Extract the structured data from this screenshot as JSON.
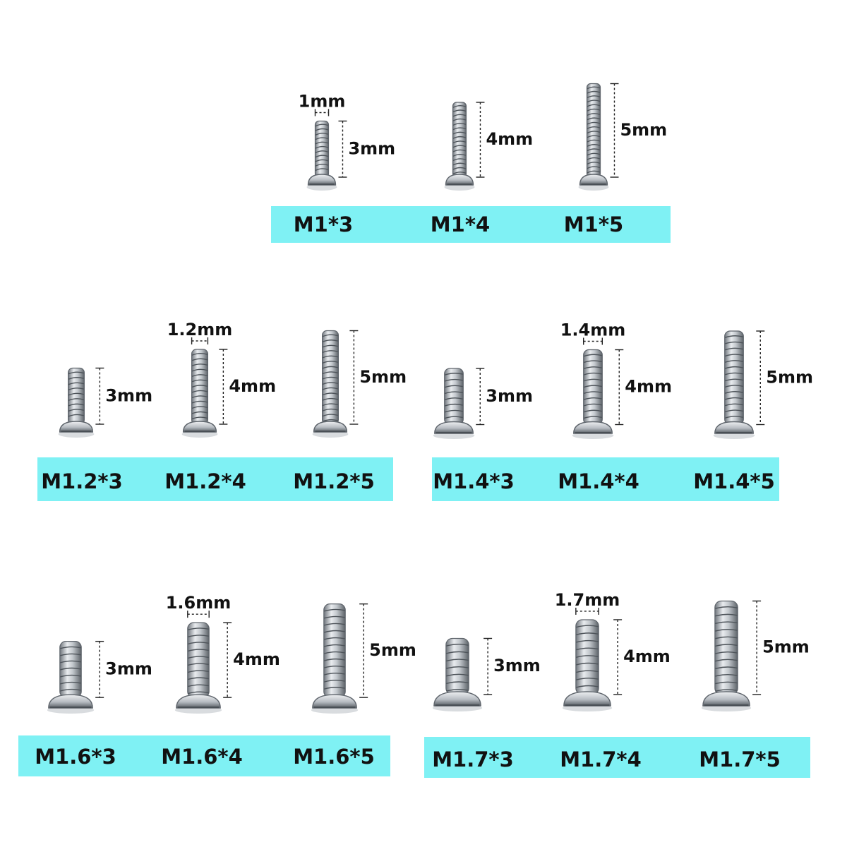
{
  "colors": {
    "label_band": "#7ff1f4",
    "screw_metal": "#c9cdd2",
    "screw_shadow": "#5f656c",
    "dimension_line": "#222222"
  },
  "groups": [
    {
      "id": "m1",
      "screws": [
        {
          "label": "M1*3",
          "diameter_mm": 1,
          "length_mm": 3,
          "length_text": "3mm",
          "width_text": "1mm"
        },
        {
          "label": "M1*4",
          "diameter_mm": 1,
          "length_mm": 4,
          "length_text": "4mm"
        },
        {
          "label": "M1*5",
          "diameter_mm": 1,
          "length_mm": 5,
          "length_text": "5mm"
        }
      ]
    },
    {
      "id": "m1-2",
      "screws": [
        {
          "label": "M1.2*3",
          "diameter_mm": 1.2,
          "length_mm": 3,
          "length_text": "3mm"
        },
        {
          "label": "M1.2*4",
          "diameter_mm": 1.2,
          "length_mm": 4,
          "length_text": "4mm",
          "width_text": "1.2mm"
        },
        {
          "label": "M1.2*5",
          "diameter_mm": 1.2,
          "length_mm": 5,
          "length_text": "5mm"
        }
      ]
    },
    {
      "id": "m1-4",
      "screws": [
        {
          "label": "M1.4*3",
          "diameter_mm": 1.4,
          "length_mm": 3,
          "length_text": "3mm"
        },
        {
          "label": "M1.4*4",
          "diameter_mm": 1.4,
          "length_mm": 4,
          "length_text": "4mm",
          "width_text": "1.4mm"
        },
        {
          "label": "M1.4*5",
          "diameter_mm": 1.4,
          "length_mm": 5,
          "length_text": "5mm"
        }
      ]
    },
    {
      "id": "m1-6",
      "screws": [
        {
          "label": "M1.6*3",
          "diameter_mm": 1.6,
          "length_mm": 3,
          "length_text": "3mm"
        },
        {
          "label": "M1.6*4",
          "diameter_mm": 1.6,
          "length_mm": 4,
          "length_text": "4mm",
          "width_text": "1.6mm"
        },
        {
          "label": "M1.6*5",
          "diameter_mm": 1.6,
          "length_mm": 5,
          "length_text": "5mm"
        }
      ]
    },
    {
      "id": "m1-7",
      "screws": [
        {
          "label": "M1.7*3",
          "diameter_mm": 1.7,
          "length_mm": 3,
          "length_text": "3mm"
        },
        {
          "label": "M1.7*4",
          "diameter_mm": 1.7,
          "length_mm": 4,
          "length_text": "4mm",
          "width_text": "1.7mm"
        },
        {
          "label": "M1.7*5",
          "diameter_mm": 1.7,
          "length_mm": 5,
          "length_text": "5mm"
        }
      ]
    }
  ]
}
